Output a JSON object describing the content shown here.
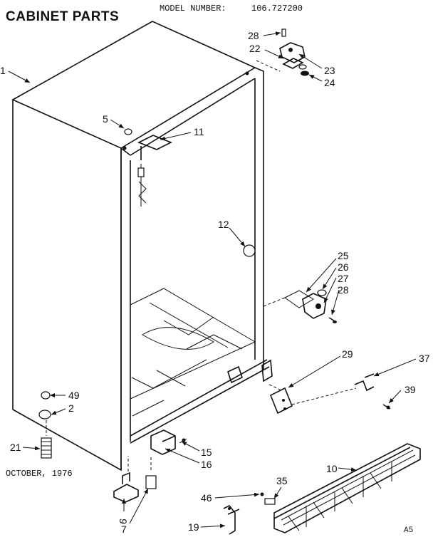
{
  "title": "CABINET PARTS",
  "model_label": "MODEL NUMBER:",
  "model_number": "106.727200",
  "date": "OCTOBER, 1976",
  "page_code": "A5",
  "callouts": [
    "1",
    "5",
    "11",
    "12",
    "28",
    "22",
    "23",
    "24",
    "25",
    "26",
    "27",
    "28",
    "29",
    "37",
    "39",
    "49",
    "2",
    "21",
    "15",
    "16",
    "10",
    "35",
    "46",
    "19",
    "6",
    "7"
  ]
}
